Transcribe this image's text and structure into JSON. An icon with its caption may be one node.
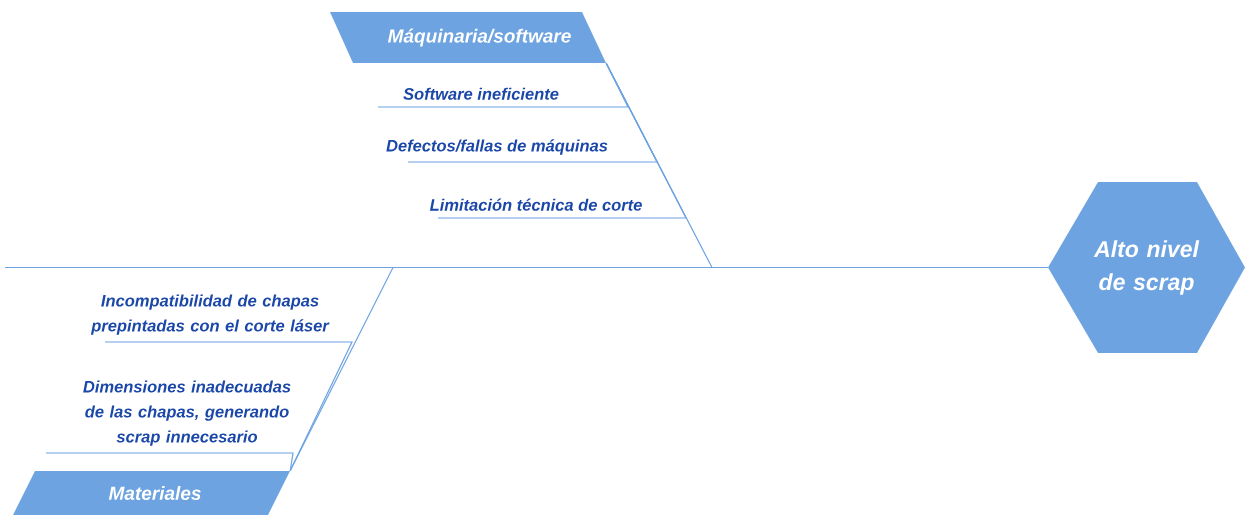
{
  "diagram": {
    "nodes": [
      {
        "text": [
          "Máquinaria/software"
        ]
      },
      {
        "text": [
          "Software ineficiente"
        ]
      },
      {
        "text": [
          "Defectos/fallas de máquinas"
        ]
      },
      {
        "text": [
          "Limitación técnica de corte"
        ]
      },
      {
        "text": [
          "Materiales"
        ]
      },
      {
        "text": [
          "Incompatibilidad de chapas prepintadas con el corte láser"
        ]
      },
      {
        "text": [
          "Dimensiones inadecuadas de las chapas, generando scrap innecesario"
        ]
      },
      {
        "text": [
          "Alto nivel de scrap"
        ]
      }
    ],
    "edges": [
      {
        "from": 0,
        "to": 7,
        "arrow": "none"
      },
      {
        "from": 4,
        "to": 7,
        "arrow": "none"
      },
      {
        "from": null,
        "to": 7,
        "arrow": "none"
      },
      {
        "from": 1,
        "to": 0,
        "arrow": "none"
      },
      {
        "from": 2,
        "to": 0,
        "arrow": "none"
      },
      {
        "from": 3,
        "to": 0,
        "arrow": "none"
      },
      {
        "from": 5,
        "to": 4,
        "arrow": "none"
      },
      {
        "from": 6,
        "to": 4,
        "arrow": "none"
      }
    ]
  }
}
